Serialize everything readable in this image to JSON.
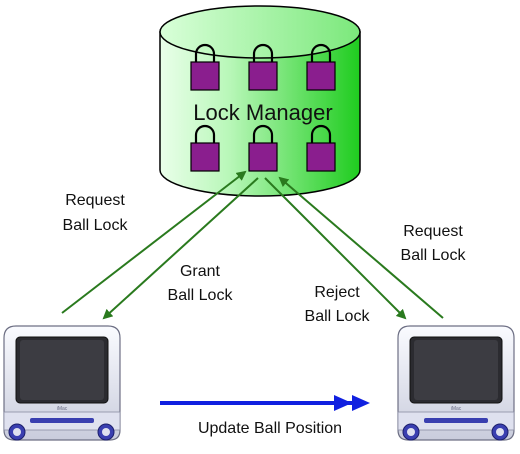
{
  "database": {
    "label": "Lock Manager",
    "fill_light": "#eaffea",
    "fill_dark": "#1fcc1f",
    "lock_color": "#8a1e8e",
    "lock_count": 6
  },
  "arrows": {
    "request_left": [
      "Request",
      "Ball Lock"
    ],
    "grant": [
      "Grant",
      "Ball Lock"
    ],
    "reject": [
      "Reject",
      "Ball Lock"
    ],
    "request_right": [
      "Request",
      "Ball Lock"
    ],
    "update": "Update Ball Position",
    "lock_arrow_color": "#2a7a1e",
    "update_arrow_color": "#1020e0"
  },
  "computers": {
    "left_name": "iMac",
    "right_name": "iMac",
    "accent_color": "#3a3fb0"
  }
}
